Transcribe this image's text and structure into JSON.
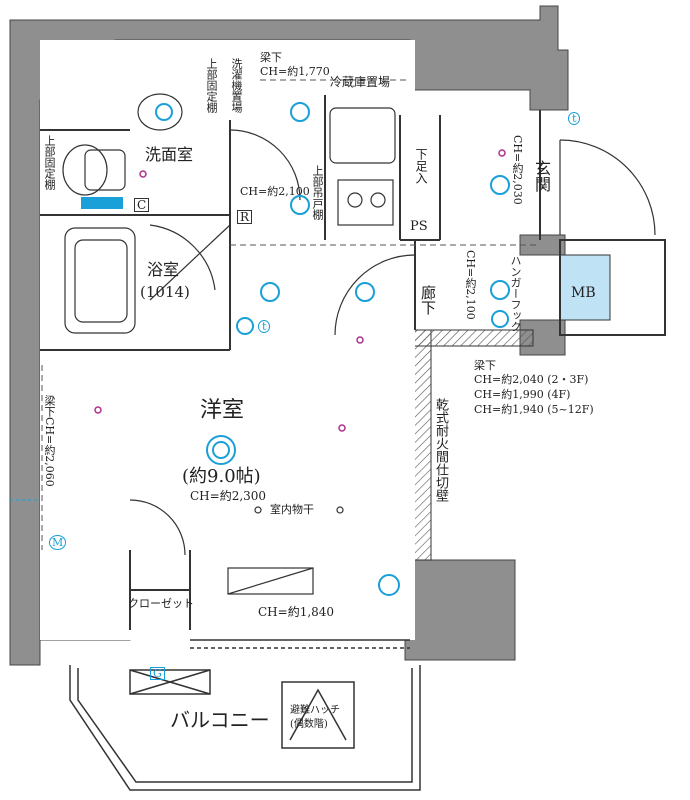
{
  "rooms": {
    "western": "洋室",
    "western_area": "(約9.0帖)",
    "western_ch": "CH=約2,300",
    "washroom": "洗面室",
    "bath": "浴室",
    "bath_size": "(1014)",
    "entrance": "玄関",
    "corridor": "廊下",
    "balcony": "バルコニー",
    "closet": "クローゼット",
    "mb": "MB",
    "ps": "PS"
  },
  "labels": {
    "beam_top": "梁下",
    "beam_top_ch": "CH=約1,770",
    "washer": "洗濯機置場",
    "upper_shelf_top": "上部固定棚",
    "fridge": "冷蔵庫置場",
    "upper_shelf_left": "上部固定棚",
    "wash_ch": "CH=約2,100",
    "upper_cabinet": "上部吊戸棚",
    "shoe_box": "下足入",
    "entrance_ch": "CH=約2,030",
    "corridor_ch": "CH=約2,100",
    "hanger_hook": "ハンガーフック",
    "beam_right": "梁下",
    "beam_right_1": "CH=約2,040 (2・3F)",
    "beam_right_2": "CH=約1,990 (4F)",
    "beam_right_3": "CH=約1,940 (5~12F)",
    "dry_wall": "乾式耐火間仕切壁",
    "beam_left": "梁下CH=約2,060",
    "drying": "室内物干",
    "closet_ch": "CH=約1,840",
    "hatch": "避難ハッチ",
    "hatch_sub": "(偶数階)"
  },
  "symbols": {
    "c": "C",
    "r": "R",
    "m": "M",
    "g": "G",
    "t": "t"
  },
  "colors": {
    "wall": "#8f8f8f",
    "line": "#333333",
    "accent": "#1aa0d8",
    "magenta": "#b0308c",
    "mb_fill": "#bfe3f5"
  }
}
